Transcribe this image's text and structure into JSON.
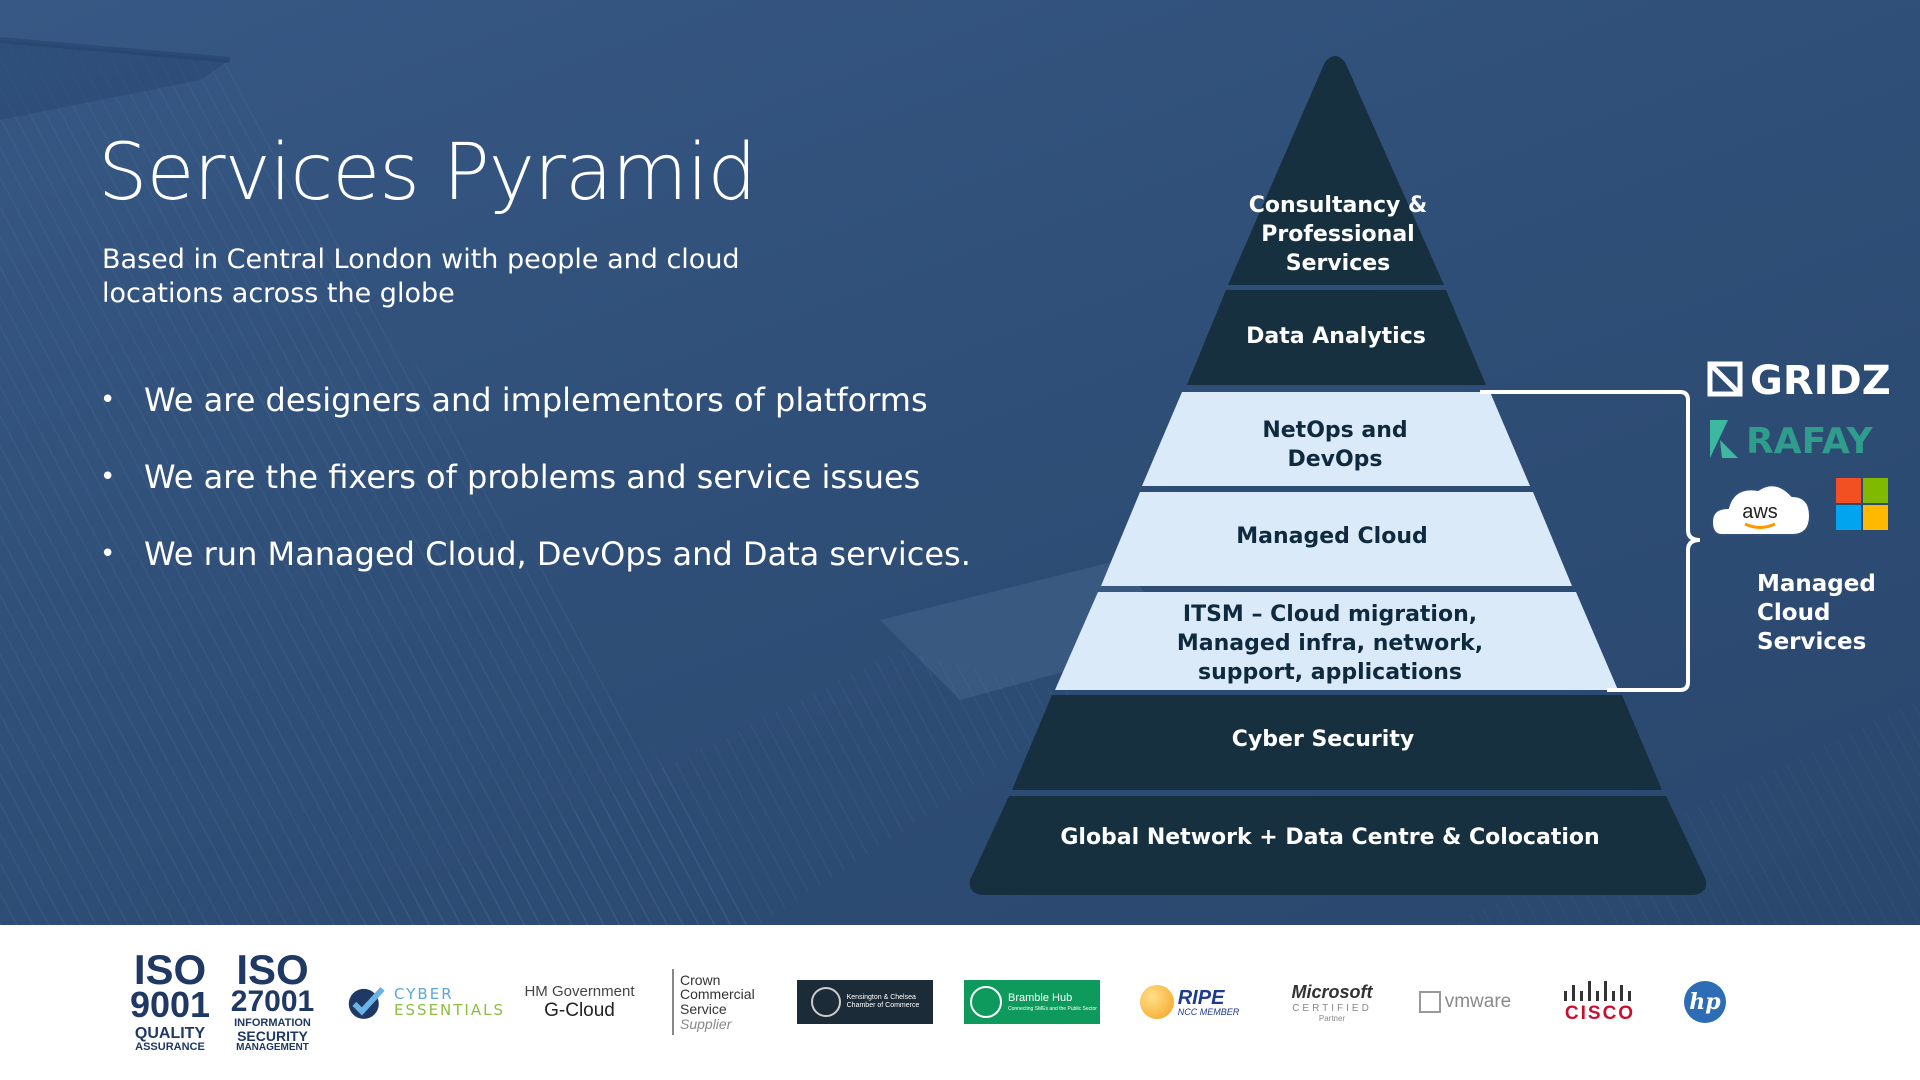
{
  "slide": {
    "title": "Services Pyramid",
    "subtitle": "Based in Central London with people and cloud locations across the globe",
    "bullets": [
      "We are designers and implementors of platforms",
      "We are the fixers of problems and service issues",
      "We run Managed Cloud, DevOps and Data services."
    ]
  },
  "pyramid": {
    "layers": [
      {
        "lines": [
          "Consultancy &",
          "Professional",
          "Services"
        ],
        "style": "dark"
      },
      {
        "lines": [
          "Data Analytics"
        ],
        "style": "dark"
      },
      {
        "lines": [
          "NetOps and",
          "DevOps"
        ],
        "style": "light"
      },
      {
        "lines": [
          "Managed Cloud"
        ],
        "style": "light"
      },
      {
        "lines": [
          "ITSM – Cloud migration,",
          "Managed infra, network,",
          "support, applications"
        ],
        "style": "light"
      },
      {
        "lines": [
          "Cyber Security"
        ],
        "style": "dark"
      },
      {
        "lines": [
          "Global Network + Data Centre & Colocation"
        ],
        "style": "dark"
      }
    ],
    "colors": {
      "dark": "#16303f",
      "light": "#dbeaf8",
      "accent_bg": "#2f4f78"
    }
  },
  "managed_cloud": {
    "label_lines": [
      "Managed",
      "Cloud",
      "Services"
    ],
    "vendors": {
      "gridz": "GRIDZ",
      "rafay": "RAFAY",
      "aws": "aws"
    }
  },
  "logos": {
    "iso9001": {
      "code": "ISO",
      "number": "9001",
      "line1": "QUALITY",
      "line2": "ASSURANCE"
    },
    "iso27001": {
      "code": "ISO",
      "number": "27001",
      "line1": "INFORMATION",
      "line2": "SECURITY",
      "line3": "MANAGEMENT"
    },
    "cyber_essentials": {
      "line1": "CYBER",
      "line2": "ESSENTIALS"
    },
    "gcloud": {
      "line1": "HM Government",
      "line2": "G-Cloud"
    },
    "crown": {
      "line1": "Crown",
      "line2": "Commercial",
      "line3": "Service",
      "line4": "Supplier"
    },
    "kensington": {
      "line1": "Kensington & Chelsea",
      "line2": "Chamber of Commerce"
    },
    "bramble": {
      "line1": "Bramble Hub",
      "line2": "Connecting SMEs and the Public Sector"
    },
    "ripe": {
      "line1": "RIPE",
      "line2": "NCC MEMBER"
    },
    "microsoft": {
      "line1": "Microsoft",
      "line2": "CERTIFIED",
      "line3": "Partner"
    },
    "vmware": "vmware",
    "cisco": "CISCO",
    "hp": "hp"
  }
}
